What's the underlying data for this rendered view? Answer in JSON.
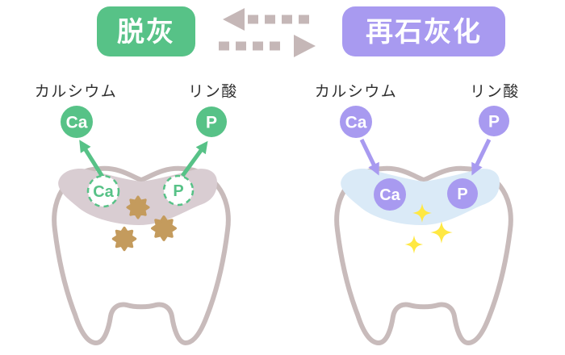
{
  "header": {
    "demineralization_label": "脱灰",
    "remineralization_label": "再石灰化"
  },
  "left_tooth": {
    "calcium_label": "カルシウム",
    "calcium_symbol": "Ca",
    "phosphate_label": "リン酸",
    "phosphate_symbol": "P",
    "dissolved_calcium_symbol": "Ca",
    "dissolved_phosphate_symbol": "P"
  },
  "right_tooth": {
    "calcium_label": "カルシウム",
    "calcium_symbol": "Ca",
    "phosphate_label": "リン酸",
    "phosphate_symbol": "P",
    "deposited_calcium_symbol": "Ca",
    "deposited_phosphate_symbol": "P"
  },
  "colors": {
    "green": "#57c287",
    "purple": "#a89af0",
    "dashed_arrow_gray": "#c5b7b7",
    "tooth_outline": "#c8bbbb",
    "demineralized_area": "#d9cdd2",
    "remineralized_area": "#daeaf7",
    "decay_star_brown": "#c49b5d",
    "sparkle_yellow": "#ffe843",
    "label_text": "#2f2f2f",
    "background": "#ffffff"
  }
}
